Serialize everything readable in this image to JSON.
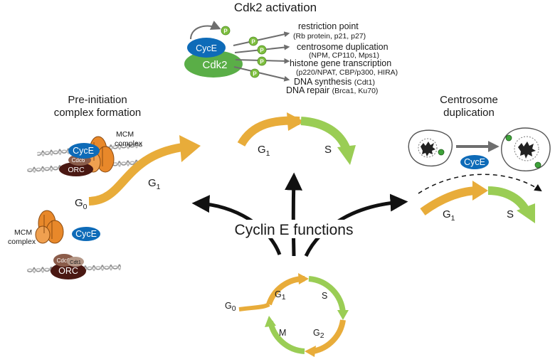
{
  "colors": {
    "phase_g1": "#E8AC3A",
    "phase_s": "#9ACD55",
    "cyce": "#0E6BB8",
    "cdk2": "#5AAE47",
    "phospho": "#7DBE3E",
    "mcm": "#E8882A",
    "orc": "#4A1812",
    "cdc6": "#8B5C4A",
    "cdt1": "#B59888",
    "arrow": "#111111",
    "gray_arrow": "#6E6E6E"
  },
  "cdk2_activation": {
    "title": "Cdk2 activation",
    "cyce": "CycE",
    "cdk2": "Cdk2",
    "phospho": "P",
    "targets": [
      {
        "name": "restriction point",
        "detail": "(Rb protein, p21, p27)"
      },
      {
        "name": "centrosome duplication",
        "detail": "(NPM, CP110, Mps1)"
      },
      {
        "name": "histone gene transcription",
        "detail": "(p220/NPAT, CBP/p300, HIRA)"
      },
      {
        "name": "DNA synthesis",
        "detail": "(Cdt1)"
      },
      {
        "name": "DNA repair",
        "detail": "(Brca1, Ku70)"
      }
    ]
  },
  "preinitiation": {
    "title_line1": "Pre-initiation",
    "title_line2": "complex formation",
    "mcm_line1": "MCM",
    "mcm_line2": "complex",
    "cyce": "CycE",
    "cdc6": "Cdc6",
    "cdt1": "Cdt1",
    "orc": "ORC",
    "g0": "G",
    "g0_sub": "0",
    "g1": "G",
    "g1_sub": "1"
  },
  "top_arc": {
    "g1": "G",
    "g1_sub": "1",
    "s": "S"
  },
  "centrosome": {
    "title_line1": "Centrosome",
    "title_line2": "duplication",
    "cyce": "CycE",
    "g1": "G",
    "g1_sub": "1",
    "s": "S"
  },
  "center": {
    "label": "Cyclin E functions"
  },
  "cell_cycle": {
    "g0": "G",
    "g0_sub": "0",
    "g1": "G",
    "g1_sub": "1",
    "s": "S",
    "g2": "G",
    "g2_sub": "2",
    "m": "M"
  }
}
